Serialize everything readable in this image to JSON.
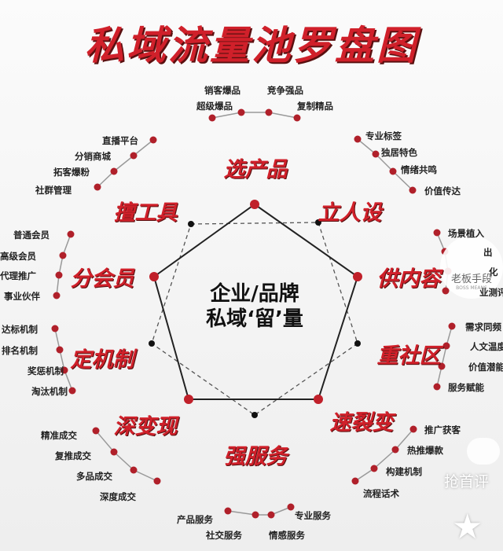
{
  "title": "私域流量池罗盘图",
  "center": {
    "line1": "企业/品牌",
    "line2": "私域‘留’量"
  },
  "colors": {
    "accent": "#d0202a",
    "dot": "#b0202a",
    "line": "#222222"
  },
  "sections": [
    {
      "label": "选产品",
      "items": [
        "超级爆品",
        "销客爆品",
        "竞争强品",
        "复制精品"
      ]
    },
    {
      "label": "立人设",
      "items": [
        "专业标签",
        "独居特色",
        "情绪共鸣",
        "价值传达"
      ]
    },
    {
      "label": "供内容",
      "items": [
        "场景植入",
        "出",
        "化",
        "业测评"
      ]
    },
    {
      "label": "重社区",
      "items": [
        "需求同频",
        "人文温度",
        "价值潜能",
        "服务赋能"
      ]
    },
    {
      "label": "速裂变",
      "items": [
        "推广获客",
        "热推爆款",
        "构建机制",
        "流程话术"
      ]
    },
    {
      "label": "强服务",
      "items": [
        "产品服务",
        "社交服务",
        "情感服务",
        "专业服务"
      ]
    },
    {
      "label": "深变现",
      "items": [
        "精准成交",
        "复推成交",
        "多品成交",
        "深度成交"
      ]
    },
    {
      "label": "定机制",
      "items": [
        "达标机制",
        "排名机制",
        "奖惩机制",
        "淘汰机制"
      ]
    },
    {
      "label": "分会员",
      "items": [
        "普通会员",
        "高级会员",
        "代理推广",
        "事业伙伴"
      ]
    },
    {
      "label": "擅工具",
      "items": [
        "直播平台",
        "分销商城",
        "拓客爆粉",
        "社群管理"
      ]
    }
  ],
  "overlay": {
    "watermark": "老板手段",
    "watermark_sub": "BOSS MEANS",
    "comment": "抢首评",
    "comment_icon": "chat-bubble-icon",
    "favorite_icon": "star-icon"
  }
}
